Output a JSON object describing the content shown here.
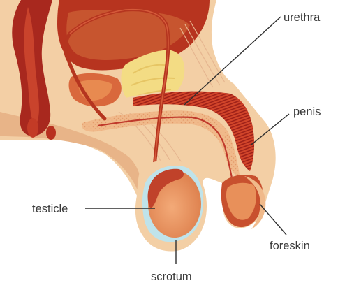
{
  "labels": {
    "urethra": "urethra",
    "penis": "penis",
    "testicle": "testicle",
    "foreskin": "foreskin",
    "scrotum": "scrotum"
  },
  "colors": {
    "skin": "#f3cfa5",
    "skin_shadow": "#e8b488",
    "tissue_dark": "#a8281e",
    "tissue_mid": "#c8502e",
    "tissue_light": "#d9683c",
    "fat": "#f3dc84",
    "testicle": "#e8905a",
    "testicle_sheath": "#bfe3ea",
    "stripe": "#b52a1f"
  }
}
